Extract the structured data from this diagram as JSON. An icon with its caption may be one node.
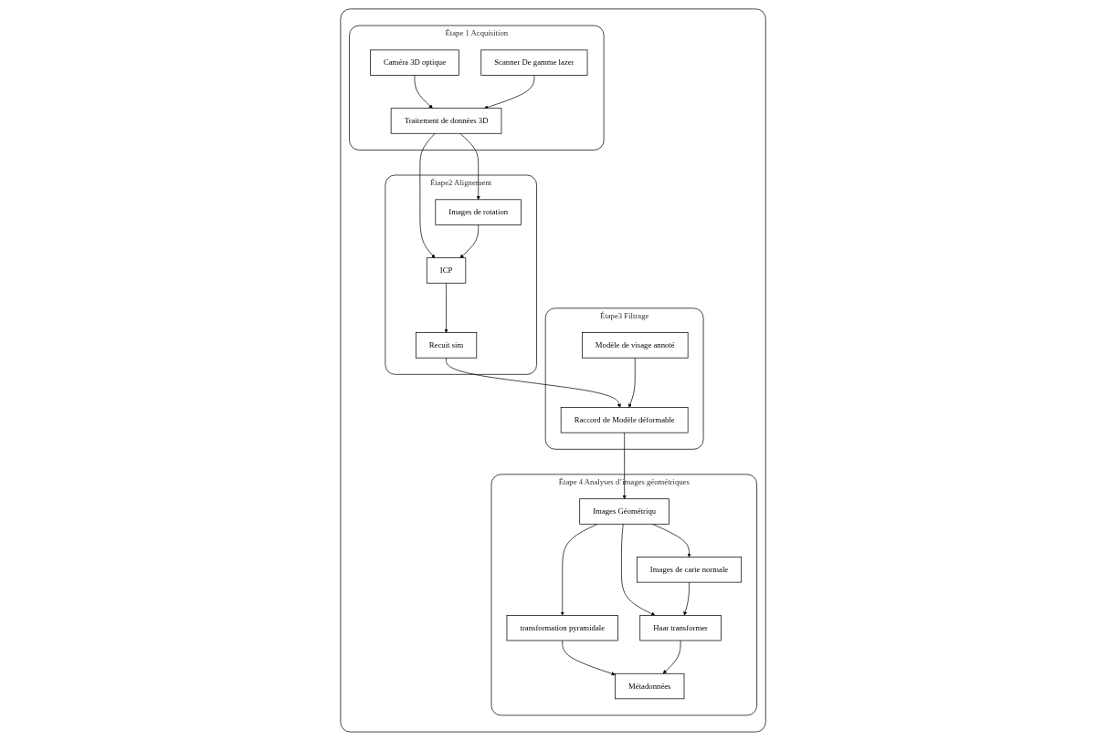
{
  "diagram": {
    "nodes": [
      {
        "text": [],
        "shape": "box"
      },
      {
        "text": [
          "Étape 1 Acquisition"
        ],
        "in": 0
      },
      {
        "text": [
          "Caméra 3D optique"
        ],
        "in": 1
      },
      {
        "text": [
          "Scanner De gamme lazer"
        ],
        "in": 1
      },
      {
        "text": [
          "Traitement de données 3D"
        ],
        "in": 1
      },
      {
        "text": [
          "Étape2 Alignement"
        ],
        "in": 0
      },
      {
        "text": [
          "ICP"
        ],
        "in": 5
      },
      {
        "text": [
          "Recuit sim"
        ],
        "in": 5
      },
      {
        "text": [
          "Images de rotation"
        ],
        "in": 5
      },
      {
        "text": [
          "Étape 4 Analyses d’images géométriques"
        ],
        "in": 0
      },
      {
        "text": [
          "transformation pyramidale"
        ],
        "in": 9
      },
      {
        "text": [
          "Images Géométriqu"
        ],
        "in": 9
      },
      {
        "text": [
          "Métadonnées"
        ],
        "in": 9
      },
      {
        "text": [
          "Haar transformer"
        ],
        "in": 9
      },
      {
        "text": [
          "Images de carte normale"
        ],
        "in": 9
      },
      {
        "text": [
          "Étape3 Filtrage"
        ],
        "in": 0
      },
      {
        "text": [
          "Raccord de Modèle déformable"
        ],
        "in": 15
      },
      {
        "text": [
          "Modèle de visage annoté"
        ],
        "in": 15
      }
    ],
    "edges": [
      {
        "from": 2,
        "to": 4,
        "arrow": "to"
      },
      {
        "from": 3,
        "to": 4,
        "arrow": "to"
      },
      {
        "from": 4,
        "to": 6,
        "arrow": "to"
      },
      {
        "from": 4,
        "to": 8,
        "arrow": "to"
      },
      {
        "from": 8,
        "to": 6,
        "arrow": "to"
      },
      {
        "from": 6,
        "to": 7,
        "arrow": "to"
      },
      {
        "from": 7,
        "to": 16,
        "arrow": "to"
      },
      {
        "from": 17,
        "to": 16,
        "arrow": "to"
      },
      {
        "from": 16,
        "to": 11,
        "arrow": "to"
      },
      {
        "from": 11,
        "to": 10,
        "arrow": "to"
      },
      {
        "from": 10,
        "to": 12,
        "arrow": "to"
      },
      {
        "from": 11,
        "to": 13,
        "arrow": "to"
      },
      {
        "from": 11,
        "to": 14,
        "arrow": "to"
      },
      {
        "from": 14,
        "to": 13,
        "arrow": "to"
      },
      {
        "from": 13,
        "to": 12,
        "arrow": "to"
      }
    ]
  }
}
